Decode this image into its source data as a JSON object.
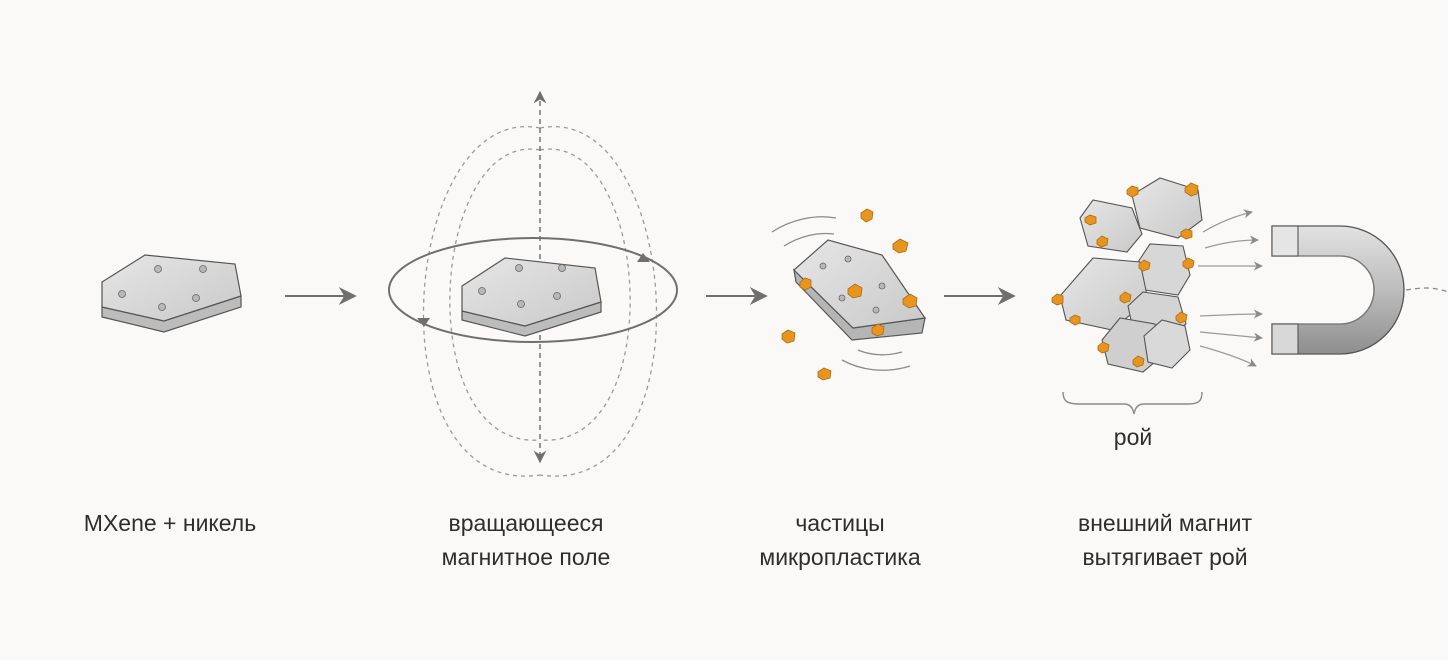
{
  "steps": [
    {
      "lines": [
        "MXene + никель"
      ]
    },
    {
      "lines": [
        "вращающееся",
        "магнитное поле"
      ]
    },
    {
      "lines": [
        "частицы",
        "микропластика"
      ]
    },
    {
      "lines": [
        "внешний магнит",
        "вытягивает рой"
      ]
    }
  ],
  "swarm_label": "рой",
  "colors": {
    "particle": "#e8951f",
    "plate": "#d9d9d9",
    "line": "#7a7a7a",
    "background": "#faf9f7"
  }
}
